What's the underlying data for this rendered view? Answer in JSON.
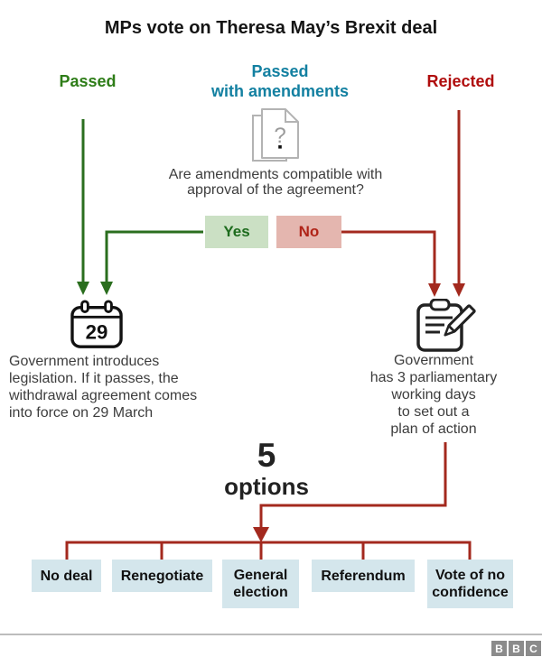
{
  "title": "MPs vote on Theresa May’s Brexit deal",
  "branches": {
    "passed_label": "Passed",
    "amendments_line1": "Passed",
    "amendments_line2": "with amendments",
    "rejected_label": "Rejected"
  },
  "question": {
    "lines": [
      "Are amendments compatible with",
      "approval of the agreement?"
    ]
  },
  "decision": {
    "yes_label": "Yes",
    "no_label": "No"
  },
  "passed_path": {
    "calendar_day": "29",
    "lines": [
      "Government introduces",
      "legislation. If it passes, the",
      "withdrawal agreement comes",
      "into force on 29 March"
    ]
  },
  "rejected_path": {
    "lines": [
      "Government",
      "has 3 parliamentary",
      "working days",
      "to set out a",
      "plan of action"
    ]
  },
  "options_header": {
    "number": "5",
    "word": "options"
  },
  "options": [
    {
      "label": "No deal"
    },
    {
      "label": "Renegotiate"
    },
    {
      "label": "General election"
    },
    {
      "label": "Referendum"
    },
    {
      "label": "Vote of no confidence"
    }
  ],
  "footer": {
    "logo_letters": [
      "B",
      "B",
      "C"
    ]
  },
  "colors": {
    "passed_green": "#2e7d18",
    "arrow_green": "#2a6e1e",
    "amendments_teal": "#1380a1",
    "rejected_red": "#b00d0d",
    "arrow_red": "#a3291e",
    "yes_bg": "#cbe0c4",
    "no_bg": "#e4b6af",
    "option_bg": "#d4e6ec"
  }
}
